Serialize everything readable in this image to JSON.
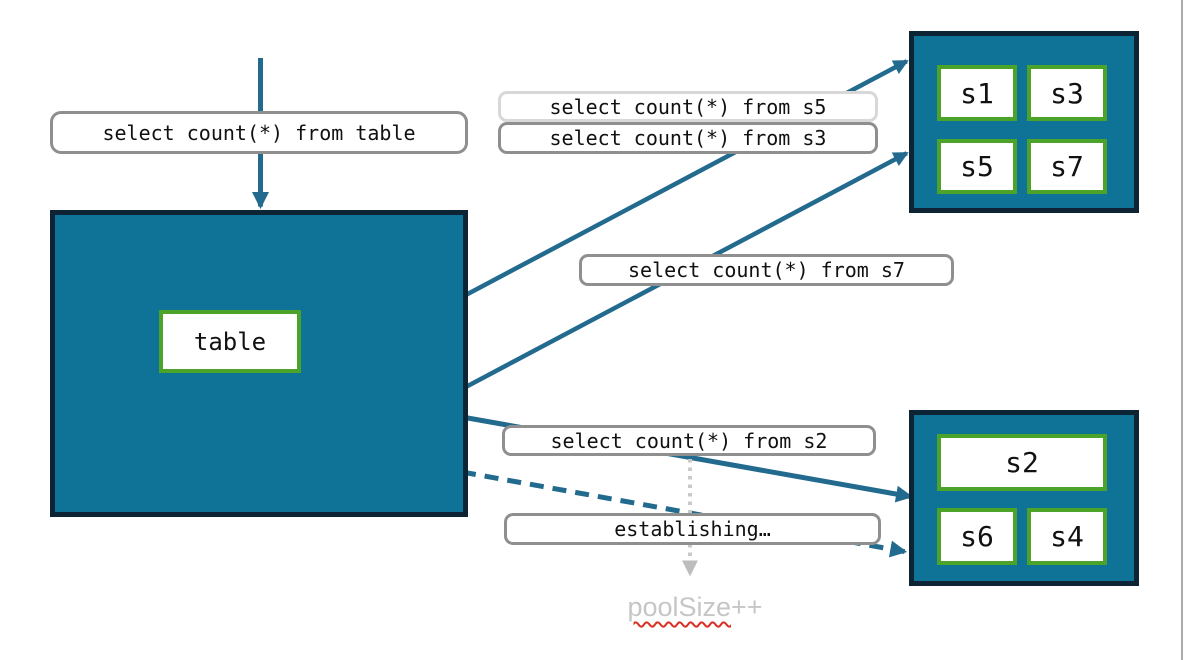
{
  "colors": {
    "teal_fill": "#0E7397",
    "dark_border": "#0C2433",
    "arrow": "#226A8E",
    "green_border": "#4CA32A",
    "gray_border": "#8F8F8F",
    "light_border": "#D8D8D8",
    "muted": "#C6C6C6",
    "squiggle": "#D93025",
    "edge_line": "#ABABAB"
  },
  "queries": {
    "table": "select count(*) from table",
    "s5": "select count(*) from s5",
    "s3": "select count(*) from s3",
    "s7": "select count(*) from s7",
    "s2": "select count(*) from s2",
    "establishing": "establishing…"
  },
  "main_table": {
    "label": "table"
  },
  "shard_top": {
    "shards": [
      "s1",
      "s3",
      "s5",
      "s7"
    ]
  },
  "shard_bottom": {
    "shards": [
      "s2",
      "s6",
      "s4"
    ]
  },
  "pool_note": {
    "word": "poolSize",
    "suffix": "++"
  }
}
